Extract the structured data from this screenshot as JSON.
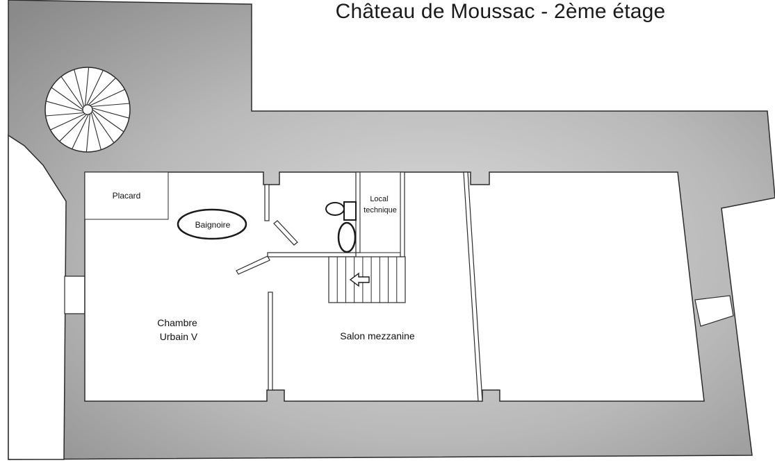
{
  "title": "Château de Moussac - 2ème étage",
  "rooms": {
    "placard": "Placard",
    "baignoire": "Baignoire",
    "local_line1": "Local",
    "local_line2": "technique",
    "chambre_line1": "Chambre",
    "chambre_line2": "Urbain V",
    "salon": "Salon mezzanine"
  },
  "colors": {
    "wall_dark": "#8d8d8d",
    "wall_light": "#d9d9d9",
    "outline": "#2b2b2b",
    "room_fill": "#ffffff"
  }
}
